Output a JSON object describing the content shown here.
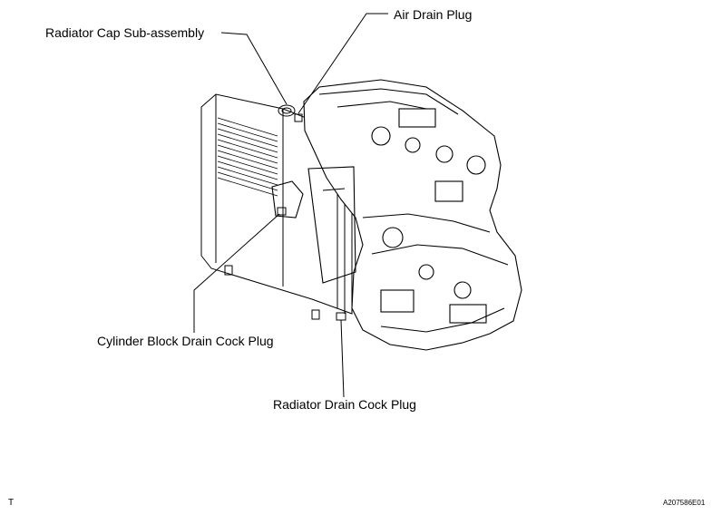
{
  "callouts": {
    "radiator_cap": "Radiator Cap Sub-assembly",
    "air_drain_plug": "Air Drain Plug",
    "cylinder_block_drain": "Cylinder Block Drain Cock Plug",
    "radiator_drain": "Radiator Drain Cock Plug"
  },
  "corner_mark": "T",
  "figure_id": "A207586E01"
}
